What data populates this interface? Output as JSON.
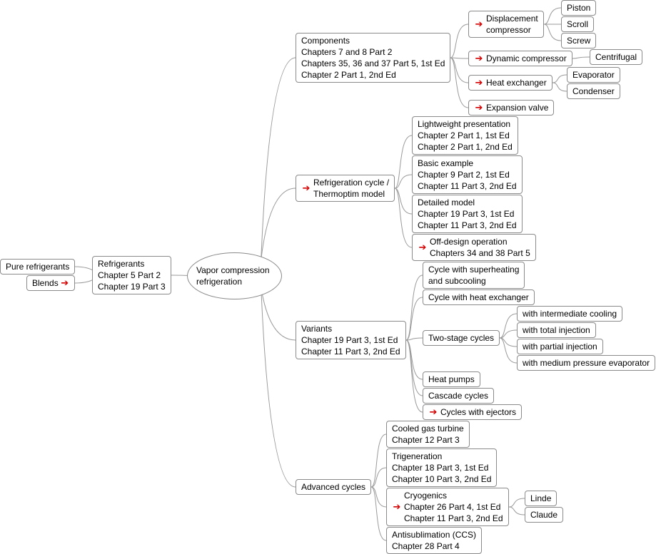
{
  "root": {
    "lines": [
      "Vapor compression",
      "refrigeration"
    ]
  },
  "refrigerants": {
    "lines": [
      "Refrigerants",
      "Chapter 5 Part 2",
      "Chapter 19 Part 3"
    ]
  },
  "pure_refrigerants": {
    "lines": [
      "Pure refrigerants"
    ]
  },
  "blends": {
    "lines": [
      "Blends"
    ],
    "arrow": "➔"
  },
  "components": {
    "lines": [
      "Components",
      "Chapters 7 and 8 Part 2",
      "Chapters 35, 36 and 37 Part 5, 1st Ed",
      "Chapter 2 Part 1, 2nd Ed"
    ]
  },
  "displacement_compressor": {
    "lines": [
      "Displacement",
      "compressor"
    ],
    "arrow": "➔"
  },
  "piston": {
    "lines": [
      "Piston"
    ]
  },
  "scroll": {
    "lines": [
      "Scroll"
    ]
  },
  "screw": {
    "lines": [
      "Screw"
    ]
  },
  "dynamic_compressor": {
    "lines": [
      "Dynamic compressor"
    ],
    "arrow": "➔"
  },
  "centrifugal": {
    "lines": [
      "Centrifugal"
    ]
  },
  "heat_exchanger": {
    "lines": [
      "Heat exchanger"
    ],
    "arrow": "➔"
  },
  "evaporator": {
    "lines": [
      "Evaporator"
    ]
  },
  "condenser": {
    "lines": [
      "Condenser"
    ]
  },
  "expansion_valve": {
    "lines": [
      "Expansion valve"
    ],
    "arrow": "➔"
  },
  "refrigeration_cycle": {
    "lines": [
      "Refrigeration cycle /",
      "Thermoptim model"
    ],
    "arrow": "➔"
  },
  "lightweight_presentation": {
    "lines": [
      "Lightweight presentation",
      "Chapter 2 Part 1, 1st Ed",
      "Chapter 2 Part 1, 2nd Ed"
    ]
  },
  "basic_example": {
    "lines": [
      "Basic example",
      "Chapter 9 Part 2, 1st Ed",
      "Chapter 11 Part 3, 2nd Ed"
    ]
  },
  "detailed_model": {
    "lines": [
      "Detailed model",
      "Chapter 19 Part 3, 1st Ed",
      "Chapter 11 Part 3, 2nd Ed"
    ]
  },
  "off_design": {
    "lines": [
      "Off-design operation",
      "Chapters 34 and 38 Part 5"
    ],
    "arrow": "➔"
  },
  "variants": {
    "lines": [
      "Variants",
      "Chapter 19 Part 3, 1st Ed",
      "Chapter 11 Part 3, 2nd Ed"
    ]
  },
  "superheating": {
    "lines": [
      "Cycle with superheating",
      "and subcooling"
    ]
  },
  "cycle_heat_exchanger": {
    "lines": [
      "Cycle with heat exchanger"
    ]
  },
  "two_stage": {
    "lines": [
      "Two-stage cycles"
    ]
  },
  "intermediate_cooling": {
    "lines": [
      "with intermediate cooling"
    ]
  },
  "total_injection": {
    "lines": [
      "with total injection"
    ]
  },
  "partial_injection": {
    "lines": [
      "with partial injection"
    ]
  },
  "medium_pressure": {
    "lines": [
      "with medium pressure evaporator"
    ]
  },
  "heat_pumps": {
    "lines": [
      "Heat pumps"
    ]
  },
  "cascade_cycles": {
    "lines": [
      "Cascade cycles"
    ]
  },
  "ejectors": {
    "lines": [
      "Cycles with ejectors"
    ],
    "arrow": "➔"
  },
  "advanced_cycles": {
    "lines": [
      "Advanced cycles"
    ]
  },
  "cooled_gas_turbine": {
    "lines": [
      "Cooled gas turbine",
      "Chapter 12 Part 3"
    ]
  },
  "trigeneration": {
    "lines": [
      "Trigeneration",
      "Chapter 18 Part 3, 1st Ed",
      "Chapter 10 Part 3, 2nd Ed"
    ]
  },
  "cryogenics": {
    "lines": [
      "Cryogenics",
      "Chapter 26 Part 4, 1st Ed",
      "Chapter 11 Part 3, 2nd Ed"
    ],
    "arrow": "➔"
  },
  "linde": {
    "lines": [
      "Linde"
    ]
  },
  "claude": {
    "lines": [
      "Claude"
    ]
  },
  "antisublimation": {
    "lines": [
      "Antisublimation (CCS)",
      "Chapter 28 Part 4"
    ]
  }
}
